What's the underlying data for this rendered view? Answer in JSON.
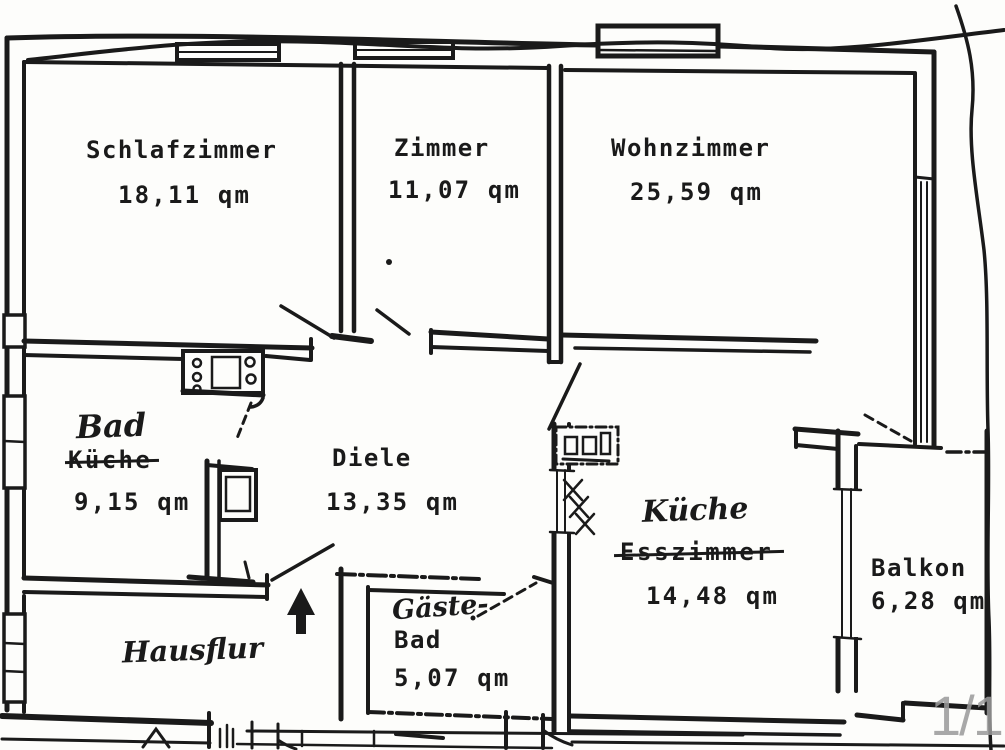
{
  "document": {
    "kind": "scanned apartment floor plan",
    "page_indicator": "1/1",
    "area_unit": "qm"
  },
  "colors": {
    "ink": "#1a1a1a",
    "paper": "#fdfdfb",
    "watermark": "#9a9a9a"
  },
  "rooms": {
    "schlafzimmer": {
      "name": "Schlafzimmer",
      "area": "18,11 qm"
    },
    "zimmer": {
      "name": "Zimmer",
      "area": "11,07 qm"
    },
    "wohnzimmer": {
      "name": "Wohnzimmer",
      "area": "25,59 qm"
    },
    "bad": {
      "name": "Bad",
      "former_name": "Küche",
      "area": "9,15 qm"
    },
    "diele": {
      "name": "Diele",
      "area": "13,35 qm"
    },
    "kueche": {
      "name": "Küche",
      "former_name": "Esszimmer",
      "area": "14,48 qm"
    },
    "gaeste_bad": {
      "name_line1": "Gäste-",
      "name_line2": "Bad",
      "area": "5,07 qm"
    },
    "balkon": {
      "name": "Balkon",
      "area": "6,28 qm"
    },
    "hausflur": {
      "name": "Hausflur"
    }
  }
}
